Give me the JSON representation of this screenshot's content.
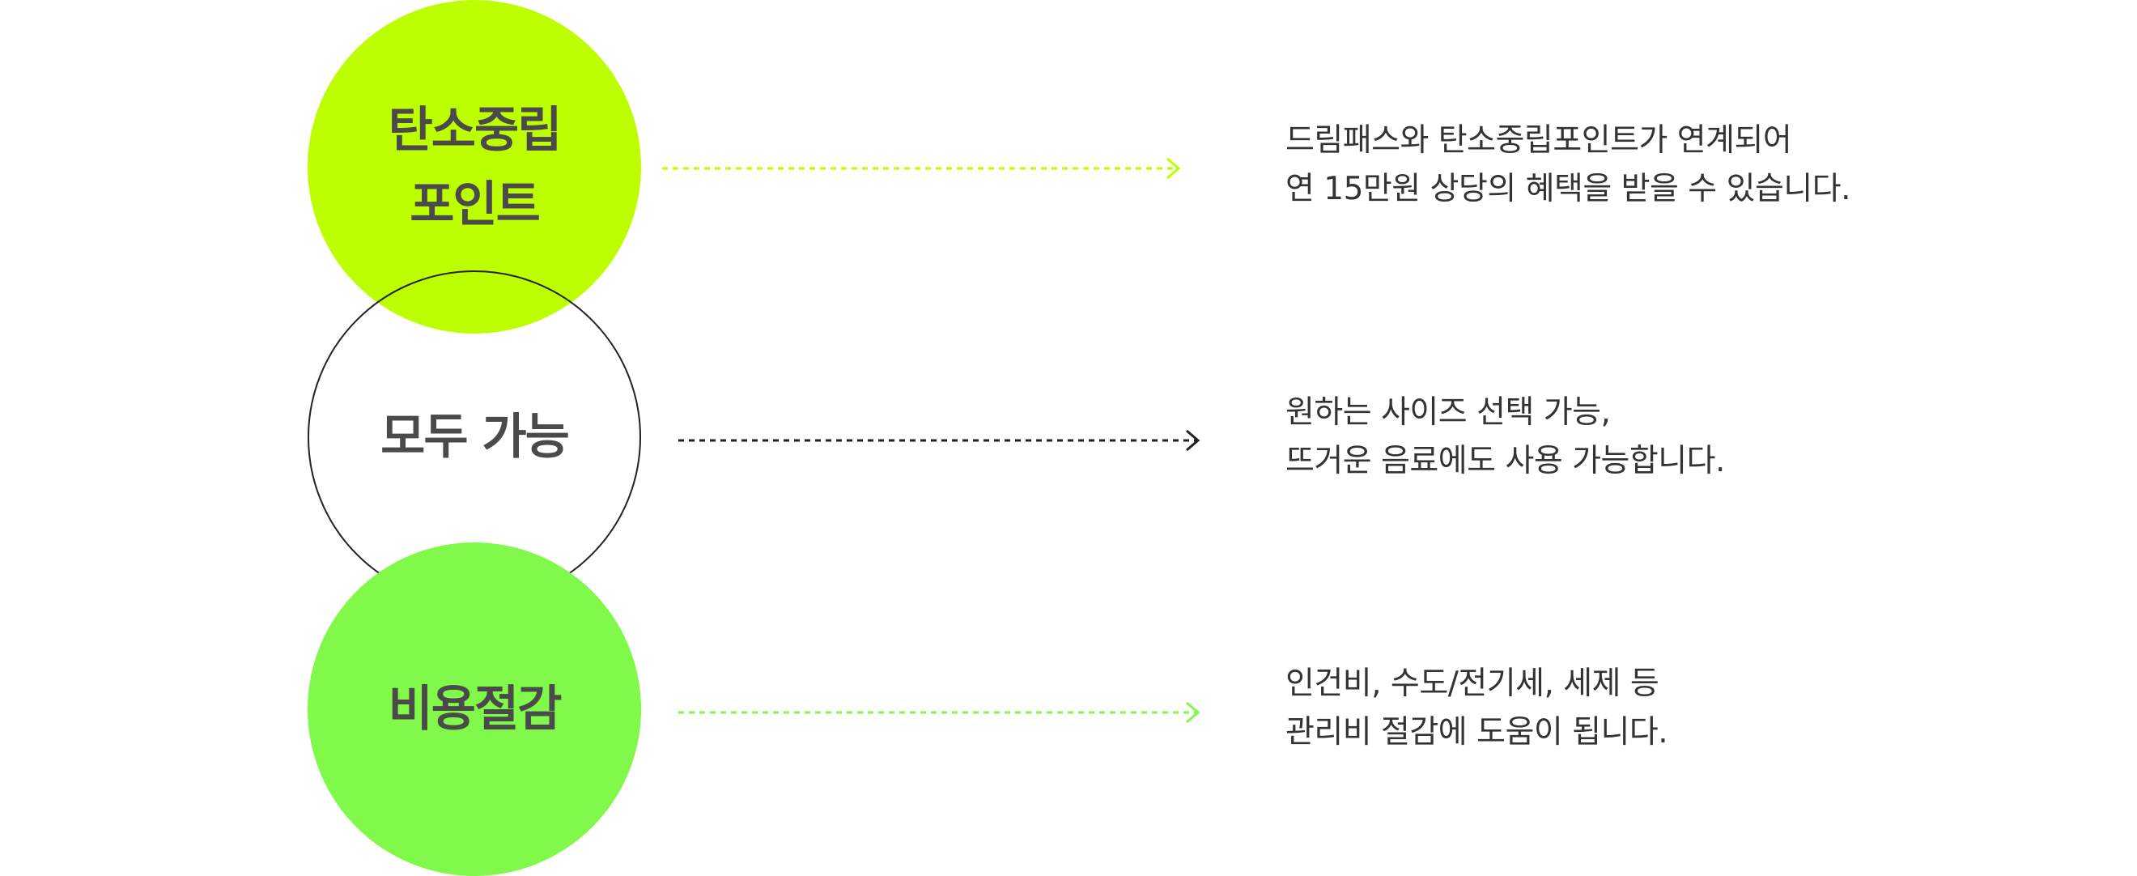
{
  "items": [
    {
      "title_line1": "탄소중립",
      "title_line2": "포인트",
      "desc_line1": "드림패스와 탄소중립포인트가 연계되어",
      "desc_line2": "연 15만원 상당의 혜택을 받을 수 있습니다.",
      "circle_color": "#bdff00",
      "arrow_color": "#bdff00"
    },
    {
      "title": "모두 가능",
      "desc_line1": "원하는 사이즈 선택 가능,",
      "desc_line2": "뜨거운 음료에도 사용 가능합니다.",
      "circle_color": "#ffffff",
      "arrow_color": "#222222"
    },
    {
      "title": "비용절감",
      "desc_line1": "인건비, 수도/전기세, 세제 등",
      "desc_line2": "관리비 절감에 도움이 됩니다.",
      "circle_color": "#80f94a",
      "arrow_color": "#80f94a"
    }
  ]
}
